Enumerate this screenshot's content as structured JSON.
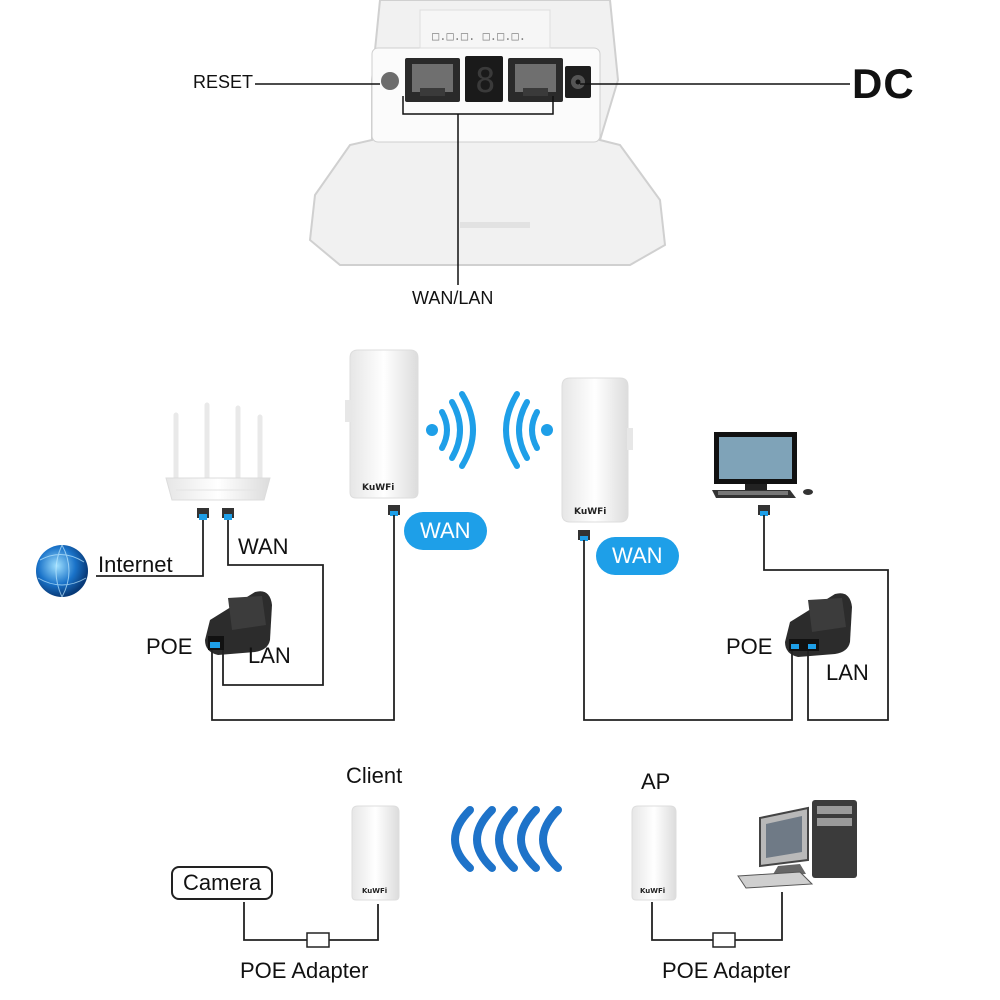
{
  "top_section": {
    "reset_label": "RESET",
    "dc_label": "DC",
    "wanlan_label": "WAN/LAN",
    "led_digit": "8"
  },
  "middle_section": {
    "internet_label": "Internet",
    "router_wan_label": "WAN",
    "left_poe_label": "POE",
    "left_lan_label": "LAN",
    "left_cpe_wan_badge": "WAN",
    "right_cpe_wan_badge": "WAN",
    "right_poe_label": "POE",
    "right_lan_label": "LAN",
    "cpe_brand": "KuWFi"
  },
  "bottom_section": {
    "client_label": "Client",
    "ap_label": "AP",
    "camera_label": "Camera",
    "left_poe_adapter_label": "POE Adapter",
    "right_poe_adapter_label": "POE Adapter",
    "cpe_brand": "KuWFi"
  },
  "colors": {
    "accent_blue": "#1e9fe8",
    "wire": "#222222",
    "device_white": "#f4f4f4"
  }
}
